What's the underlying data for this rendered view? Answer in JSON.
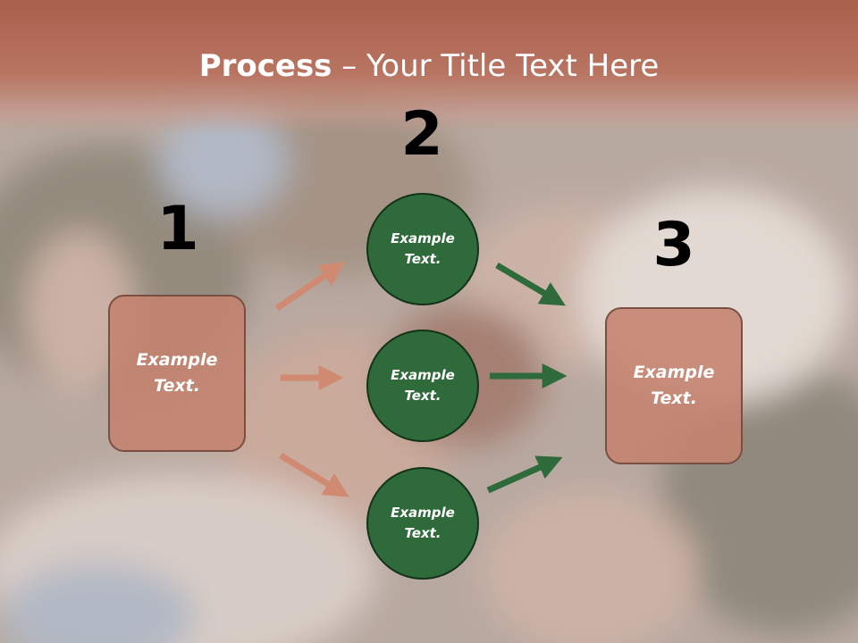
{
  "slide": {
    "title_bold": "Process",
    "title_rest": " – Your Title Text Here"
  },
  "steps": {
    "step1": {
      "number": "1",
      "text": "Example Text."
    },
    "step2": {
      "number": "2"
    },
    "step3": {
      "number": "3",
      "text": "Example Text."
    }
  },
  "circles": [
    {
      "text": "Example Text."
    },
    {
      "text": "Example Text."
    },
    {
      "text": "Example Text."
    }
  ],
  "colors": {
    "title_band": "#b0604a",
    "box_fill": "#c4836e",
    "circle_fill": "#2e6a3a",
    "arrow_in": "#d08a72",
    "arrow_out": "#2e6a3a"
  },
  "icons": {
    "background": "photo-friends-lying-on-grass"
  }
}
